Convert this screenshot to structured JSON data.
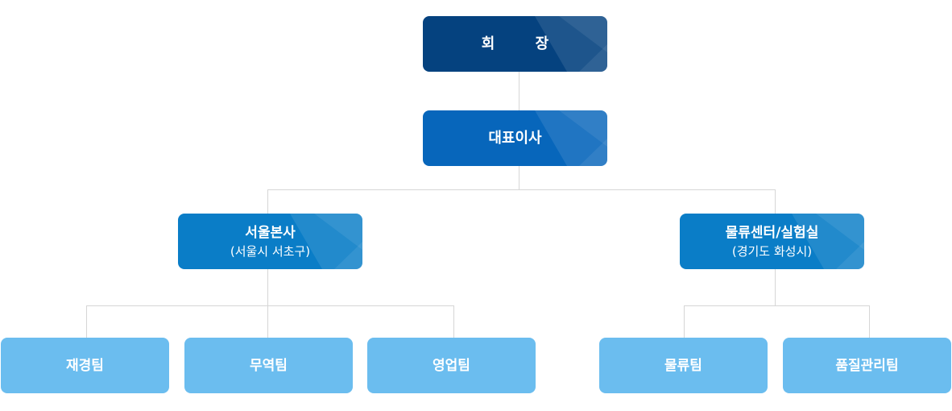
{
  "org": {
    "chairman": {
      "label": "회 장"
    },
    "ceo": {
      "label": "대표이사"
    },
    "seoul_hq": {
      "label": "서울본사",
      "sublabel": "(서울시 서초구)"
    },
    "logistics_center": {
      "label": "물류센터/실험실",
      "sublabel": "(경기도 화성시)"
    },
    "teams": [
      {
        "label": "재경팀"
      },
      {
        "label": "무역팀"
      },
      {
        "label": "영업팀"
      },
      {
        "label": "물류팀"
      },
      {
        "label": "품질관리팀"
      }
    ]
  },
  "colors": {
    "chairman": "#05427f",
    "ceo": "#0766bb",
    "branch": "#0a7dc7",
    "team": "#6bbdef",
    "connector": "#d6d6d6"
  }
}
